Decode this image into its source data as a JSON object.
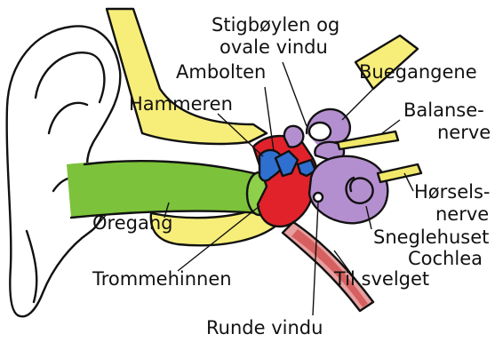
{
  "labels": {
    "stigboylen_line1": "Stigbøylen og",
    "stigboylen_line2": "ovale vindu",
    "ambolten": "Ambolten",
    "hammeren": "Hammeren",
    "buegangene": "Buegangene",
    "balansenerve_line1": "Balanse-",
    "balansenerve_line2": "nerve",
    "horselsnerve_line1": "Hørsels-",
    "horselsnerve_line2": "nerve",
    "oregang": "Øregang",
    "sneglehuset_line1": "Sneglehuset",
    "sneglehuset_line2": "Cochlea",
    "trommehinnen": "Trommehinnen",
    "til_svelget": "Til svelget",
    "runde_vindu": "Runde vindu"
  },
  "colors": {
    "canal_green": "#7cc23a",
    "bone_yellow": "#f7ee7a",
    "middle_ear_red": "#e1222b",
    "ossicles_blue": "#2f6fd0",
    "inner_ear_purple": "#b48fcf",
    "nerve_yellow": "#f1e86a",
    "tube_pink": "#e89f9f",
    "outline": "#111111"
  }
}
